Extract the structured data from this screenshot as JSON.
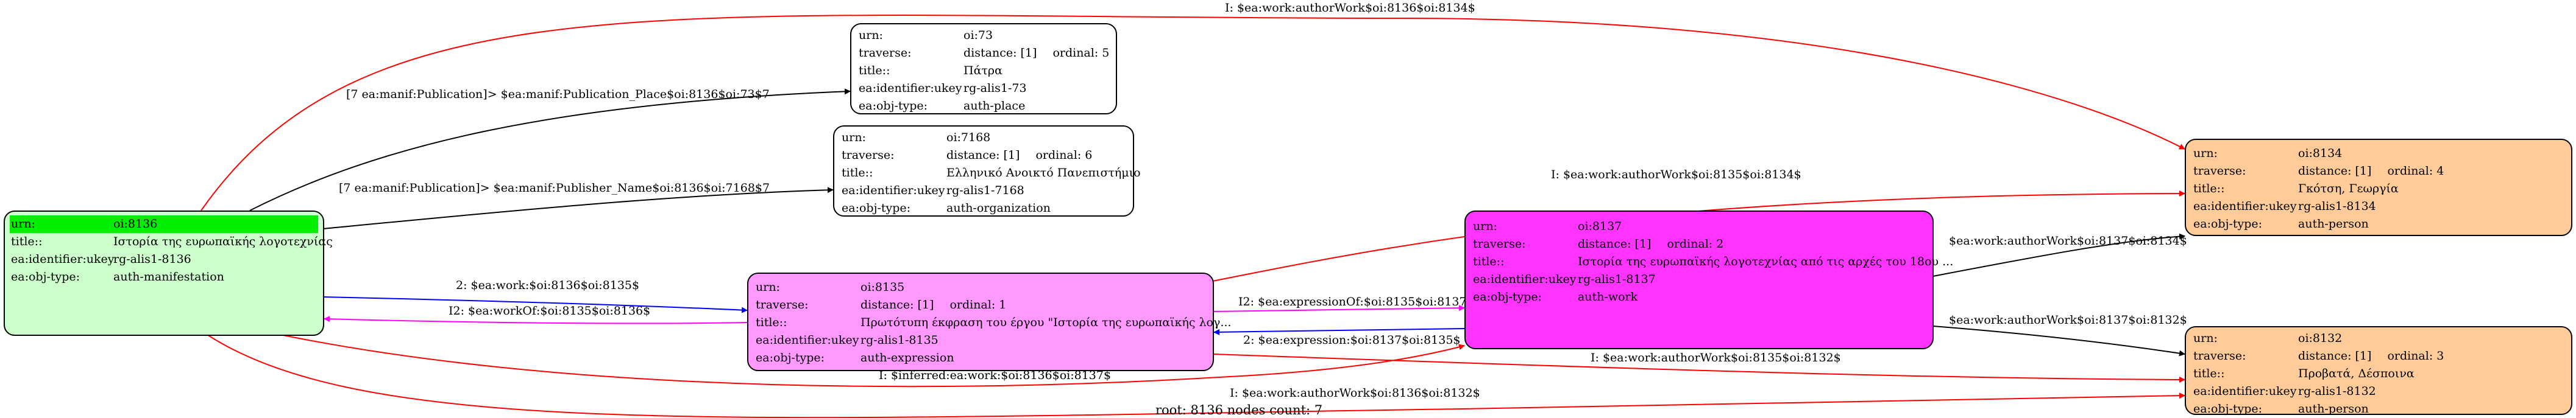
{
  "footer": "root: 8136 nodes count: 7",
  "nodes": {
    "n8136": {
      "urn_label": "urn:",
      "urn": "oi:8136",
      "title_label": "title::",
      "title": "Ιστορία της ευρωπαϊκής λογοτεχνίας",
      "ukey_label": "ea:identifier:ukey",
      "ukey": "rg-alis1-8136",
      "type_label": "ea:obj-type:",
      "type": "auth-manifestation",
      "fill": "#ccffcc",
      "header_fill": "#00ee00"
    },
    "n73": {
      "urn_label": "urn:",
      "urn": "oi:73",
      "traverse_label": "traverse:",
      "distance": "distance: [1]",
      "ordinal": "ordinal: 5",
      "title_label": "title::",
      "title": "Πάτρα",
      "ukey_label": "ea:identifier:ukey",
      "ukey": "rg-alis1-73",
      "type_label": "ea:obj-type:",
      "type": "auth-place",
      "fill": "#ffffff"
    },
    "n7168": {
      "urn_label": "urn:",
      "urn": "oi:7168",
      "traverse_label": "traverse:",
      "distance": "distance: [1]",
      "ordinal": "ordinal: 6",
      "title_label": "title::",
      "title": "Ελληνικό Ανοικτό Πανεπιστήμιο",
      "ukey_label": "ea:identifier:ukey",
      "ukey": "rg-alis1-7168",
      "type_label": "ea:obj-type:",
      "type": "auth-organization",
      "fill": "#ffffff"
    },
    "n8135": {
      "urn_label": "urn:",
      "urn": "oi:8135",
      "traverse_label": "traverse:",
      "distance": "distance: [1]",
      "ordinal": "ordinal: 1",
      "title_label": "title::",
      "title": "Πρωτότυπη έκφραση του έργου \"Ιστορία της ευρωπαϊκής λογ...",
      "ukey_label": "ea:identifier:ukey",
      "ukey": "rg-alis1-8135",
      "type_label": "ea:obj-type:",
      "type": "auth-expression",
      "fill": "#ff99ff"
    },
    "n8137": {
      "urn_label": "urn:",
      "urn": "oi:8137",
      "traverse_label": "traverse:",
      "distance": "distance: [1]",
      "ordinal": "ordinal: 2",
      "title_label": "title::",
      "title": "Ιστορία της ευρωπαϊκής λογοτεχνίας από τις αρχές του 18ου ...",
      "ukey_label": "ea:identifier:ukey",
      "ukey": "rg-alis1-8137",
      "type_label": "ea:obj-type:",
      "type": "auth-work",
      "fill": "#ff33ff"
    },
    "n8134": {
      "urn_label": "urn:",
      "urn": "oi:8134",
      "traverse_label": "traverse:",
      "distance": "distance: [1]",
      "ordinal": "ordinal: 4",
      "title_label": "title::",
      "title": "Γκότση, Γεωργία",
      "ukey_label": "ea:identifier:ukey",
      "ukey": "rg-alis1-8134",
      "type_label": "ea:obj-type:",
      "type": "auth-person",
      "fill": "#ffcc99"
    },
    "n8132": {
      "urn_label": "urn:",
      "urn": "oi:8132",
      "traverse_label": "traverse:",
      "distance": "distance: [1]",
      "ordinal": "ordinal: 3",
      "title_label": "title::",
      "title": "Προβατά, Δέσποινα",
      "ukey_label": "ea:identifier:ukey",
      "ukey": "rg-alis1-8132",
      "type_label": "ea:obj-type:",
      "type": "auth-person",
      "fill": "#ffcc99"
    }
  },
  "edges": {
    "e_author_8136_8134": {
      "label": "I: $ea:work:authorWork$oi:8136$oi:8134$",
      "color": "#ff0000"
    },
    "e_place": {
      "label": "[7 ea:manif:Publication]> $ea:manif:Publication_Place$oi:8136$oi:73$7",
      "color": "#000000"
    },
    "e_publisher": {
      "label": "[7 ea:manif:Publication]> $ea:manif:Publisher_Name$oi:8136$oi:7168$7",
      "color": "#000000"
    },
    "e_author_8135_8134": {
      "label": "I: $ea:work:authorWork$oi:8135$oi:8134$",
      "color": "#ff0000"
    },
    "e_author_8137_8134": {
      "label": "$ea:work:authorWork$oi:8137$oi:8134$",
      "color": "#000000"
    },
    "e_work_8136_8135": {
      "label": "2: $ea:work:$oi:8136$oi:8135$",
      "color": "#0000ff"
    },
    "e_workof": {
      "label": "I2: $ea:workOf:$oi:8135$oi:8136$",
      "color": "#ff00ff"
    },
    "e_expressionof": {
      "label": "I2: $ea:expressionOf:$oi:8135$oi:8137$",
      "color": "#ff00ff"
    },
    "e_expression": {
      "label": "2: $ea:expression:$oi:8137$oi:8135$",
      "color": "#0000ff"
    },
    "e_author_8137_8132": {
      "label": "$ea:work:authorWork$oi:8137$oi:8132$",
      "color": "#000000"
    },
    "e_author_8135_8132": {
      "label": "I: $ea:work:authorWork$oi:8135$oi:8132$",
      "color": "#ff0000"
    },
    "e_inferred": {
      "label": "I: $inferred:ea:work:$oi:8136$oi:8137$",
      "color": "#ff0000"
    },
    "e_author_8136_8132": {
      "label": "I: $ea:work:authorWork$oi:8136$oi:8132$",
      "color": "#ff0000"
    }
  }
}
